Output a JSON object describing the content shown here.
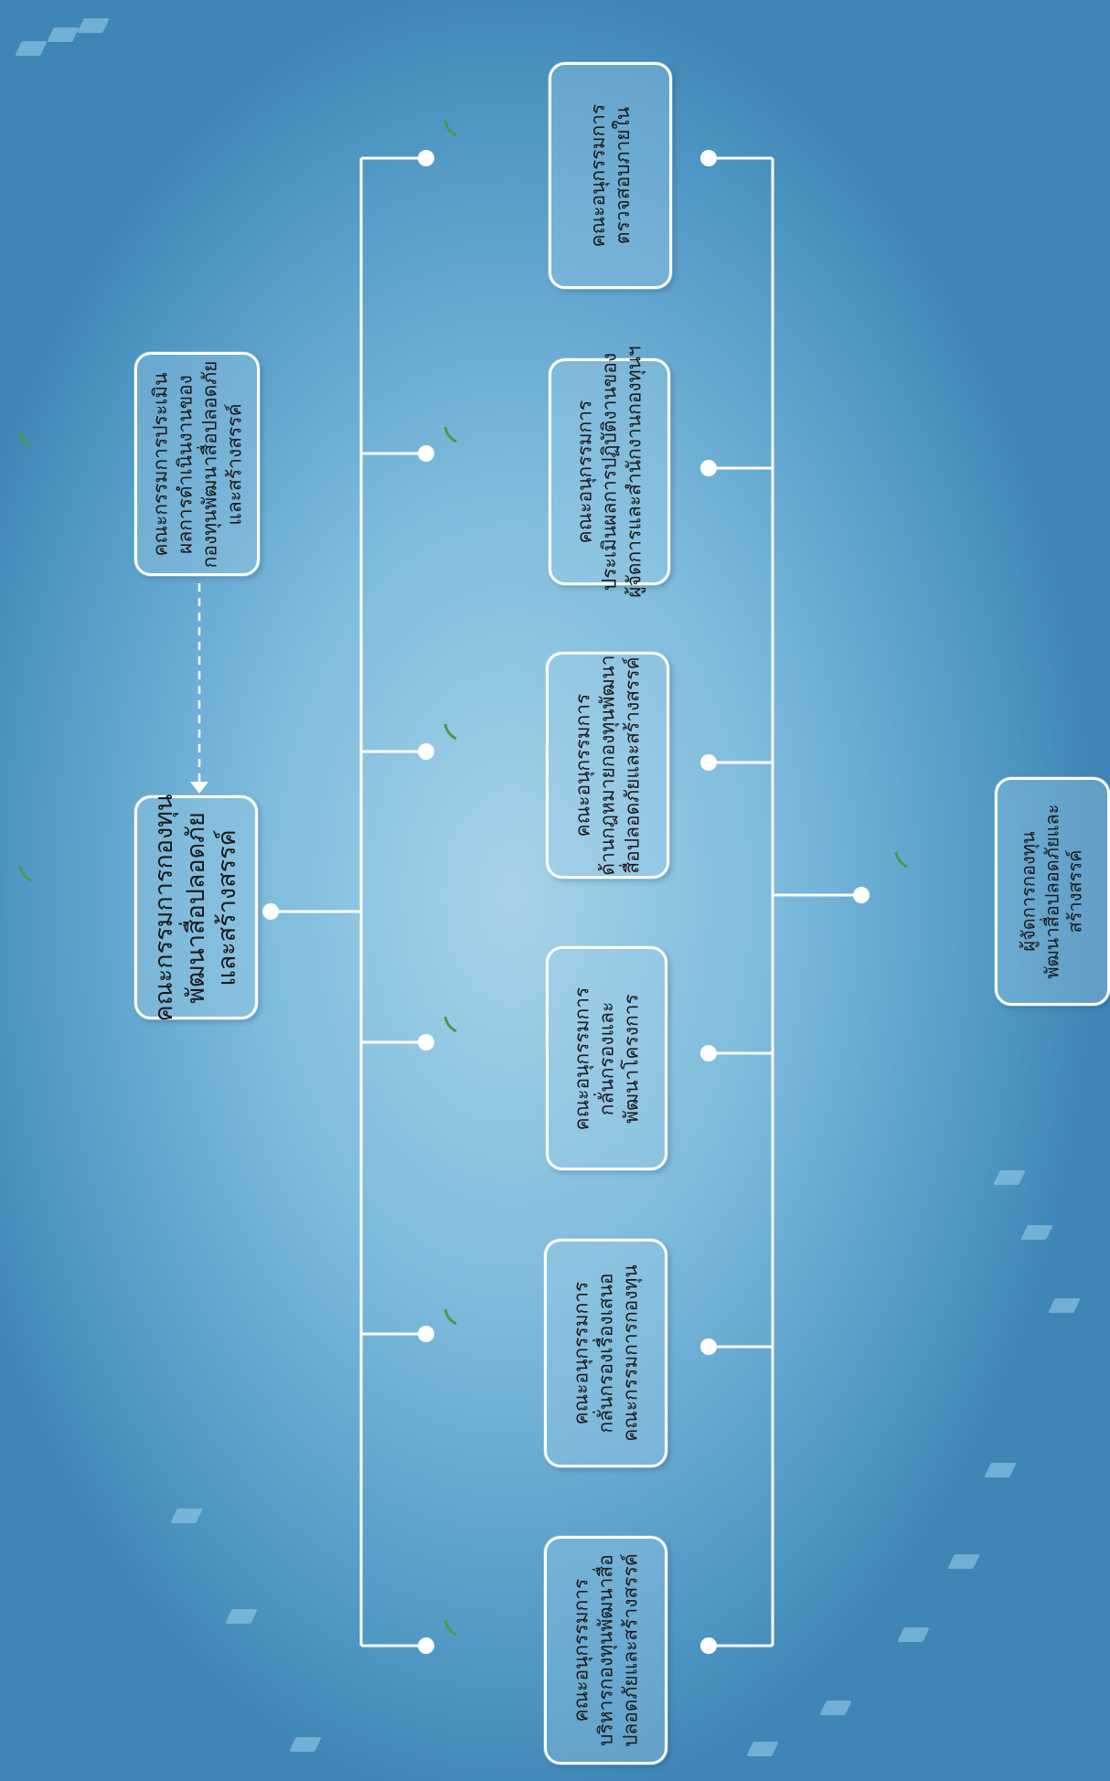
{
  "top_row": {
    "board": {
      "lines": [
        "คณะกรรมการกองทุน",
        "พัฒนาสื่อปลอดภัย",
        "และสร้างสรรค์"
      ]
    },
    "evaluation_committee": {
      "lines": [
        "คณะกรรมการประเมิน",
        "ผลการดำเนินงานของ",
        "กองทุนพัฒนาสื่อปลอดภัย",
        "และสร้างสรรค์"
      ]
    }
  },
  "subcommittees": [
    {
      "lines": [
        "คณะอนุกรรมการ",
        "บริหารกองทุนพัฒนาสื่อ",
        "ปลอดภัยและสร้างสรรค์"
      ]
    },
    {
      "lines": [
        "คณะอนุกรรมการ",
        "กลั่นกรองเรื่องเสนอ",
        "คณะกรรมการกองทุน"
      ]
    },
    {
      "lines": [
        "คณะอนุกรรมการ",
        "กลั่นกรองและ",
        "พัฒนาโครงการ"
      ]
    },
    {
      "lines": [
        "คณะอนุกรรมการ",
        "ด้านกฎหมายกองทุนพัฒนา",
        "สื่อปลอดภัยและสร้างสรรค์"
      ]
    },
    {
      "lines": [
        "คณะอนุกรรมการ",
        "ประเมินผลการปฏิบัติงานของ",
        "ผู้จัดการและสำนักงานกองทุนฯ"
      ]
    },
    {
      "lines": [
        "คณะอนุกรรมการ",
        "ตรวจสอบภายใน"
      ]
    }
  ],
  "manager": {
    "lines": [
      "ผู้จัดการกองทุน",
      "พัฒนาสื่อปลอดภัยและ",
      "สร้างสรรค์"
    ]
  },
  "colors": {
    "background": "#7dbbdc",
    "line": "#ffffff",
    "leaf": "#3a3fa8"
  },
  "icons": {
    "node": "bird-leaf-icon"
  }
}
